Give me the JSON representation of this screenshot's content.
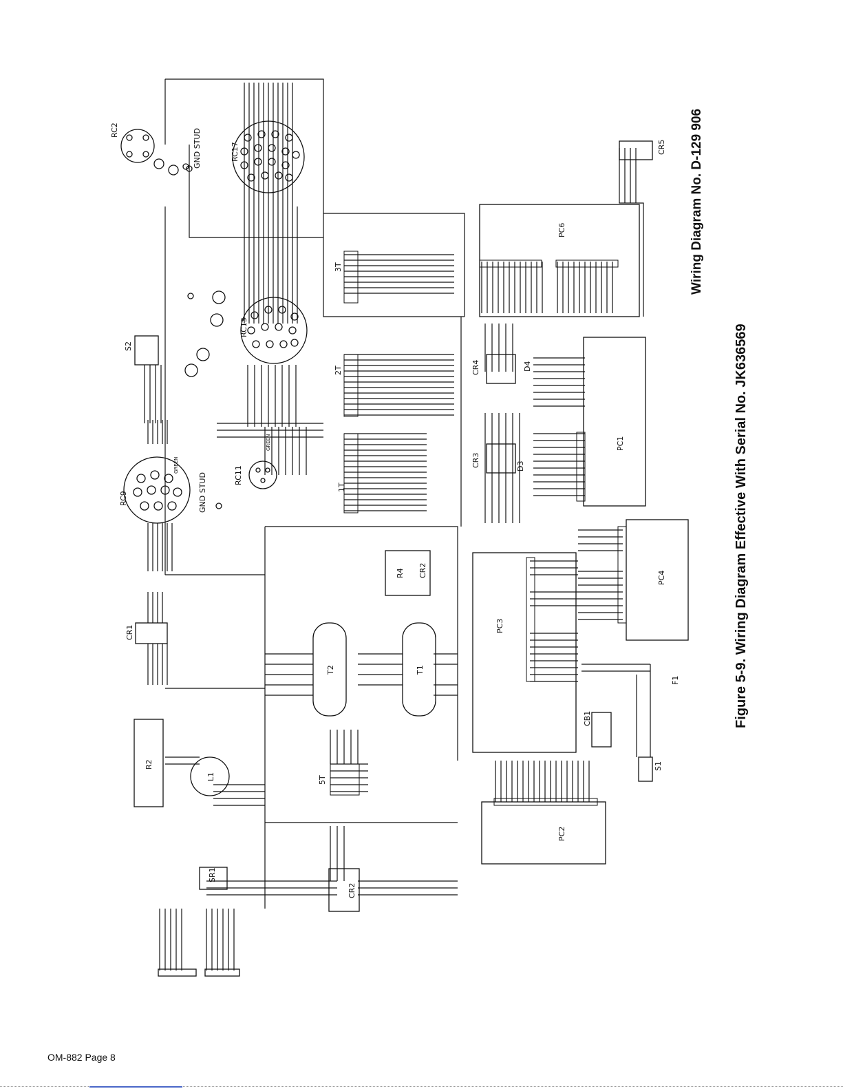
{
  "caption": {
    "diagram_number": "Wiring Diagram No. D-129 906",
    "figure": "Figure 5-9. Wiring Diagram Effective With Serial No. JK636569"
  },
  "footer": {
    "page": "OM-882 Page 8"
  },
  "components": {
    "rc2": "RC2",
    "rc17": "RC17",
    "rc9": "RC9",
    "rc13": "RC13",
    "rc11": "RC11",
    "gnd_stud_top": "GND STUD",
    "gnd_stud_mid": "GND STUD",
    "s2": "S2",
    "cr1": "CR1",
    "cr2": "CR2",
    "cr3": "CR3",
    "cr4": "CR4",
    "cr5": "CR5",
    "r2": "R2",
    "l1": "L1",
    "t1": "T1",
    "t2": "T2",
    "pc1": "PC1",
    "pc2": "PC2",
    "pc3": "PC3",
    "pc4": "PC4",
    "pc6": "PC6",
    "cb1": "CB1",
    "s1": "S1",
    "f1": "F1",
    "sr1": "SR1",
    "d3": "D3",
    "d4": "D4",
    "tb_1t": "1T",
    "tb_2t": "2T",
    "tb_3t": "3T",
    "tb_5t": "5T",
    "r4": "R4",
    "cr2_small": "CR2",
    "green_1": "GREEN",
    "green_2": "GREEN"
  },
  "colors": {
    "ink": "#111111",
    "paper": "#ffffff"
  }
}
